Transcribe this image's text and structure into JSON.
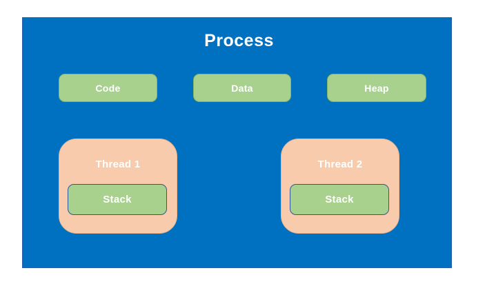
{
  "diagram": {
    "title": "Process",
    "memory_segments": [
      {
        "label": "Code"
      },
      {
        "label": "Data"
      },
      {
        "label": "Heap"
      }
    ],
    "threads": [
      {
        "label": "Thread 1",
        "stack_label": "Stack"
      },
      {
        "label": "Thread 2",
        "stack_label": "Stack"
      }
    ],
    "colors": {
      "process_fill": "#0070C0",
      "process_border": "#2B5CA8",
      "segment_fill": "#A9D18E",
      "segment_border": "#84B362",
      "thread_fill": "#F8CBAD",
      "stack_fill": "#A9D18E",
      "stack_border": "#2F5597",
      "label_text": "#FFFFFF",
      "page_background": "#FFFFFF"
    }
  }
}
